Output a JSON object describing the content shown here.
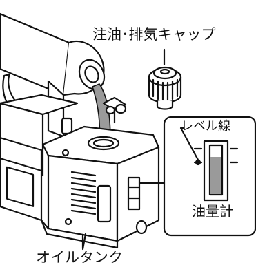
{
  "labels": {
    "cap": "注油･排気キャップ",
    "level_line": "レベル線",
    "gauge": "油量計",
    "tank": "オイルタンク"
  },
  "icons": [
    "oil-bottle-icon",
    "filler-cap-icon",
    "vacuum-pump-icon",
    "oil-gauge-icon"
  ],
  "colors": {
    "stroke": "#111111",
    "oil": "#9a9a9a",
    "background": "#ffffff"
  }
}
